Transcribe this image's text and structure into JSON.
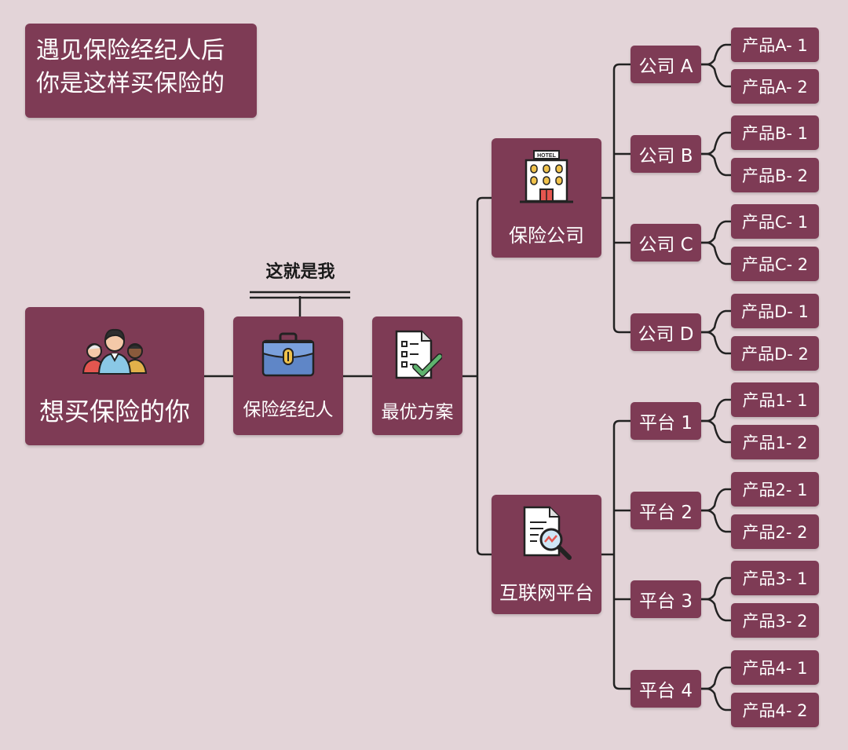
{
  "title": {
    "line1": "遇见保险经纪人后",
    "line2": "你是这样买保险的"
  },
  "nodes": {
    "you": "想买保险的你",
    "broker": "保险经纪人",
    "broker_note": "这就是我",
    "plan": "最优方案",
    "insurance_company": "保险公司",
    "internet_platform": "互联网平台"
  },
  "hotel_sign": "HOTEL",
  "companies": [
    {
      "label": "公司 A",
      "products": [
        "产品A- 1",
        "产品A- 2"
      ]
    },
    {
      "label": "公司 B",
      "products": [
        "产品B- 1",
        "产品B- 2"
      ]
    },
    {
      "label": "公司 C",
      "products": [
        "产品C- 1",
        "产品C- 2"
      ]
    },
    {
      "label": "公司 D",
      "products": [
        "产品D- 1",
        "产品D- 2"
      ]
    }
  ],
  "platforms": [
    {
      "label": "平台 1",
      "products": [
        "产品1- 1",
        "产品1- 2"
      ]
    },
    {
      "label": "平台 2",
      "products": [
        "产品2- 1",
        "产品2- 2"
      ]
    },
    {
      "label": "平台 3",
      "products": [
        "产品3- 1",
        "产品3- 2"
      ]
    },
    {
      "label": "平台 4",
      "products": [
        "产品4- 1",
        "产品4- 2"
      ]
    }
  ],
  "colors": {
    "background": "#e3d4d8",
    "box": "#7e3b55",
    "text": "#ffffff",
    "line": "#222222"
  },
  "icons": {
    "you": "people-group-icon",
    "broker": "briefcase-icon",
    "plan": "checklist-icon",
    "insurance_company": "hotel-building-icon",
    "internet_platform": "document-search-icon"
  }
}
